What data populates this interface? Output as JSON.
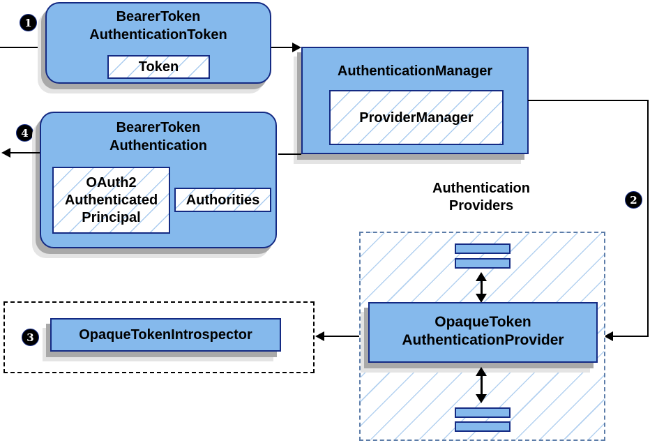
{
  "badges": {
    "step1": "1",
    "step2": "2",
    "step3": "3",
    "step4": "4"
  },
  "nodes": {
    "bearer_token_authentication_token": {
      "title_line1": "BearerToken",
      "title_line2": "AuthenticationToken",
      "token_label": "Token"
    },
    "authentication_manager": {
      "title": "AuthenticationManager",
      "provider_manager_label": "ProviderManager"
    },
    "bearer_token_authentication": {
      "title_line1": "BearerToken",
      "title_line2": "Authentication",
      "principal_line1": "OAuth2",
      "principal_line2": "Authenticated",
      "principal_line3": "Principal",
      "authorities_label": "Authorities"
    },
    "authentication_providers": {
      "group_title_line1": "Authentication",
      "group_title_line2": "Providers",
      "provider_line1": "OpaqueToken",
      "provider_line2": "AuthenticationProvider"
    },
    "opaque_token_introspector": {
      "label": "OpaqueTokenIntrospector"
    }
  },
  "colors": {
    "node_fill": "#85B9EC",
    "node_border": "#142A83",
    "hatch_line": "#A9CBEF",
    "providers_dash_border": "#5C7CA8",
    "introspector_dash_border": "#000000",
    "shadow": "#A9A9A9",
    "arrow": "#000000",
    "badge_background": "#000000",
    "badge_text": "#FFFFFF"
  }
}
